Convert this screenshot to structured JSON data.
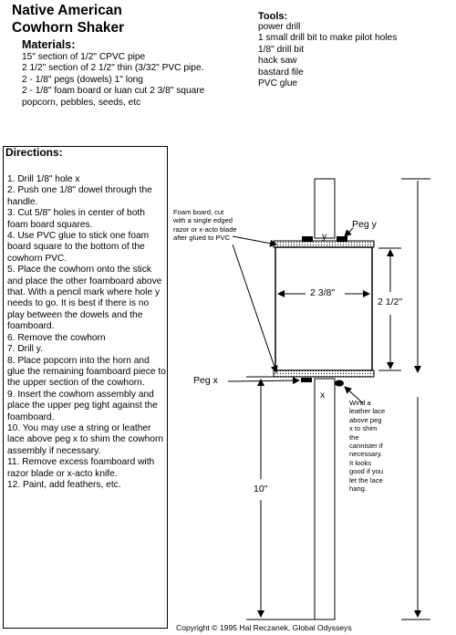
{
  "title": {
    "line1": "Native American",
    "line2": "Cowhorn Shaker"
  },
  "materials": {
    "heading": "Materials:",
    "items": [
      "15\" section of 1/2\" CPVC pipe",
      "2 1/2\" section of 2 1/2\" thin (3/32\" PVC pipe.",
      "2 - 1/8\" pegs (dowels) 1\" long",
      "2 - 1/8\" foam board or luan cut 2 3/8\" square",
      "popcorn, pebbles, seeds, etc"
    ]
  },
  "tools": {
    "heading": "Tools:",
    "items": [
      "power drill",
      "1 small drill bit to make pilot holes",
      "1/8\" drill bit",
      "hack saw",
      "bastard file",
      "PVC glue"
    ]
  },
  "directions": {
    "heading": "Directions:",
    "steps": [
      "1. Drill 1/8\" hole x",
      "2. Push one 1/8\" dowel through the handle.",
      "3. Cut 5/8\" holes in center of both foam board squares.",
      "4. Use PVC glue to stick one foam board square to the bottom of the cowhorn PVC.",
      "5. Place the cowhorn onto the stick and place the other foamboard above that. With a pencil mark where hole y needs to go. It is best if there is no play between the dowels and the foamboard.",
      "6. Remove the cowhorn",
      "7. Drill y.",
      "8. Place popcorn into the horn and glue the remaining foamboard piece to the upper section of the cowhorn.",
      "9. Insert the cowhorn assembly and place the upper peg tight against the foamboard.",
      "10. You may use a string or leather lace above peg x to shim the cowhorn assembly if necessary.",
      "11. Remove excess foamboard with razor blade or x-acto knife.",
      "12. Paint, add feathers, etc."
    ]
  },
  "diagram": {
    "foam_note": [
      "Foam board, cut",
      "with a single edged",
      "razor or x-acto blade",
      "after glued to PVC"
    ],
    "peg_y": "Peg y",
    "y": "y",
    "peg_x": "Peg x",
    "x": "x",
    "width_dim": "2 3/8\"",
    "height_dim": "2 1/2\"",
    "length_dim": "10\"",
    "lace_note": [
      "Wind a",
      "leather lace",
      "above peg",
      "x to shim",
      "the",
      "cannister if",
      "necessary.",
      "It looks",
      "good if you",
      "let the lace",
      "hang."
    ]
  },
  "copyright": "Copyright © 1995 Hal Reczanek, Global Odysseys"
}
